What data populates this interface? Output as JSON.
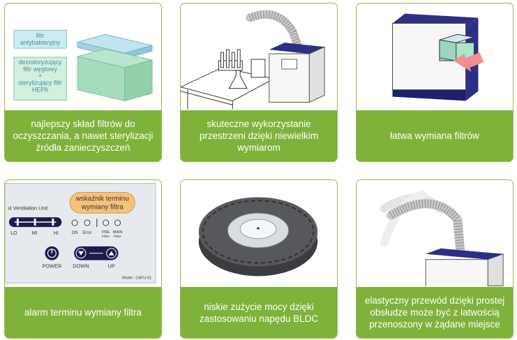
{
  "cards": [
    {
      "caption": "najlepszy skład filtrów do oczyszczania, a nawet sterylizacji źródła zanieczyszczeń",
      "labels": {
        "top_line1": "filtr",
        "top_line2": "antybakteryjny",
        "bottom_line1": "dezodoryzujący",
        "bottom_line2": "filtr węglowy",
        "bottom_line3": "+",
        "bottom_line4": "sterylizujący filtr",
        "bottom_line5": "HEPA"
      }
    },
    {
      "caption": "skuteczne wykorzystanie przestrzeni dzięki niewielkim wymiarom"
    },
    {
      "caption": "łatwa wymiana filtrów"
    },
    {
      "caption": "alarm terminu wymiany filtra",
      "panel": {
        "unit_name": "st Ventilation Unit",
        "badge_line1": "wskaźnik terminu",
        "badge_line2": "wymiany filtra",
        "lo": "LO",
        "mi": "MI",
        "hi": "HI",
        "on": "ON",
        "error": "Error",
        "pre_line1": "PRE",
        "pre_line2": "Filter",
        "main_line1": "MAIN",
        "main_line2": "Filter",
        "power": "POWER",
        "down": "DOWN",
        "up": "UP",
        "model": "Model : CAFU-01"
      }
    },
    {
      "caption": "niskie zużycie mocy dzięki zastosowaniu napędu BLDC"
    },
    {
      "caption": "elastyczny przewód dzięki prostej obsłudze może być z łatwością przenoszony w żądane miejsce"
    }
  ],
  "colors": {
    "accent": "#7fb23a",
    "border": "#8fbf4a",
    "navy": "#2d2f86",
    "badge": "#f6c27a"
  }
}
